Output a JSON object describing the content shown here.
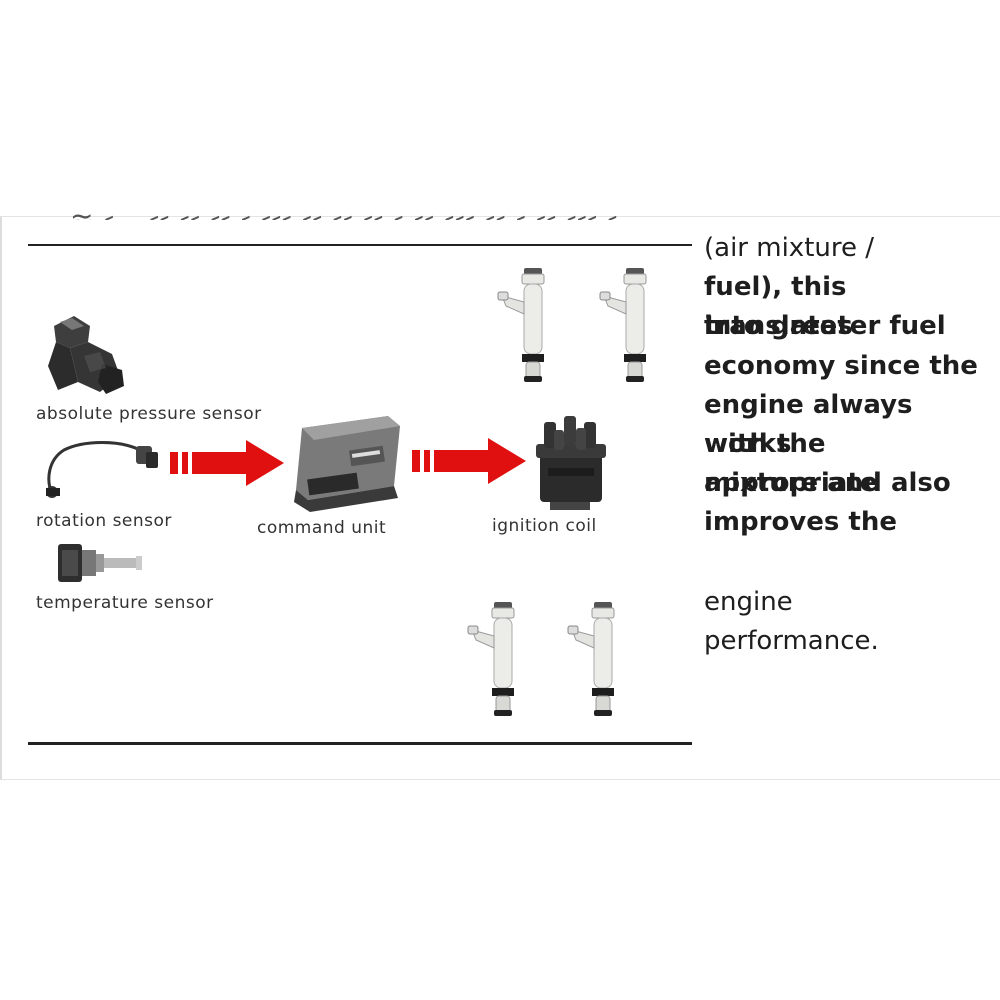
{
  "diagram": {
    "sensors": [
      {
        "label": "absolute pressure sensor"
      },
      {
        "label": "rotation sensor"
      },
      {
        "label": "temperature sensor"
      }
    ],
    "ecu_label": "command unit",
    "coil_label": "ignition coil",
    "icons": [
      "pressure-sensor-icon",
      "rotation-sensor-icon",
      "temperature-sensor-icon",
      "ecu-icon",
      "ignition-coil-icon",
      "fuel-injector-icon"
    ],
    "colors": {
      "arrow": "#e01010",
      "rule": "#222222"
    }
  },
  "side_text": {
    "line_regular": "(air mixture /",
    "bold_lines": [
      "fuel), this translates",
      "into greater fuel",
      "economy since the",
      "engine always works",
      "with the appropriate",
      "mixture and also",
      "improves the"
    ],
    "tail_lines": [
      "engine",
      "performance."
    ]
  }
}
